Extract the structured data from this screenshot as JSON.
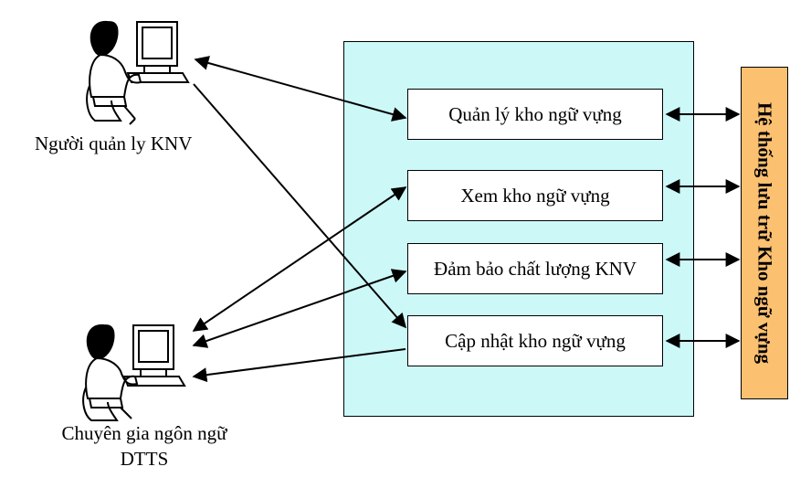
{
  "colors": {
    "system_fill": "#cdf8f8",
    "storage_fill": "#fbc070",
    "line": "#000000"
  },
  "actors": {
    "manager": {
      "label": "Người quản ly KNV",
      "icon": "person-at-computer-icon"
    },
    "expert": {
      "label_line1": "Chuyên gia ngôn ngữ",
      "label_line2": "DTTS",
      "icon": "person-at-computer-icon"
    }
  },
  "functions": [
    {
      "label": "Quản lý kho ngữ vựng"
    },
    {
      "label": "Xem kho ngữ vựng"
    },
    {
      "label": "Đảm bảo chất lượng KNV"
    },
    {
      "label": "Cập nhật kho ngữ vựng"
    }
  ],
  "storage": {
    "label": "Hệ thống lưu trữ Kho ngữ vựng"
  }
}
